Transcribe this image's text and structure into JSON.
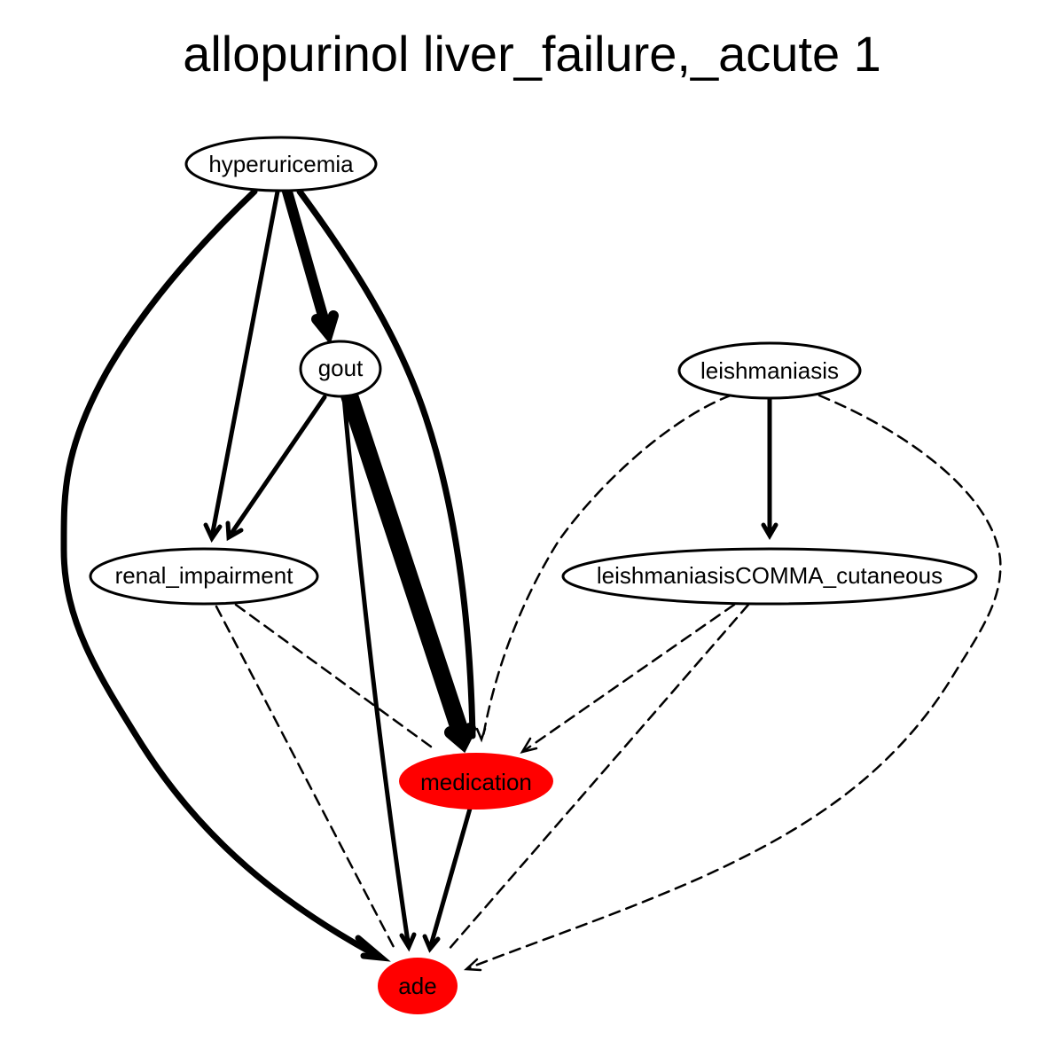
{
  "title": "allopurinol liver_failure,_acute 1",
  "colors": {
    "highlight_fill": "#ff0000",
    "default_fill": "#ffffff",
    "stroke": "#000000"
  },
  "nodes": {
    "hyperuricemia": {
      "label": "hyperuricemia",
      "highlighted": false
    },
    "gout": {
      "label": "gout",
      "highlighted": false
    },
    "leishmaniasis": {
      "label": "leishmaniasis",
      "highlighted": false
    },
    "renal_impairment": {
      "label": "renal_impairment",
      "highlighted": false
    },
    "leishmaniasis_cutaneous": {
      "label": "leishmaniasisCOMMA_cutaneous",
      "highlighted": false
    },
    "medication": {
      "label": "medication",
      "highlighted": true
    },
    "ade": {
      "label": "ade",
      "highlighted": true
    }
  },
  "edges": [
    {
      "from": "hyperuricemia",
      "to": "gout",
      "style": "solid",
      "weight": "heavy"
    },
    {
      "from": "hyperuricemia",
      "to": "renal_impairment",
      "style": "solid",
      "weight": "normal"
    },
    {
      "from": "hyperuricemia",
      "to": "medication",
      "style": "solid",
      "weight": "bold"
    },
    {
      "from": "hyperuricemia",
      "to": "ade",
      "style": "solid",
      "weight": "bold"
    },
    {
      "from": "gout",
      "to": "renal_impairment",
      "style": "solid",
      "weight": "normal"
    },
    {
      "from": "gout",
      "to": "medication",
      "style": "solid",
      "weight": "heaviest"
    },
    {
      "from": "gout",
      "to": "ade",
      "style": "solid",
      "weight": "normal"
    },
    {
      "from": "leishmaniasis",
      "to": "leishmaniasis_cutaneous",
      "style": "solid",
      "weight": "normal"
    },
    {
      "from": "leishmaniasis",
      "to": "medication",
      "style": "dashed",
      "weight": "thin"
    },
    {
      "from": "leishmaniasis",
      "to": "ade",
      "style": "dashed",
      "weight": "thin"
    },
    {
      "from": "renal_impairment",
      "to": "medication",
      "style": "dashed",
      "weight": "thin"
    },
    {
      "from": "renal_impairment",
      "to": "ade",
      "style": "dashed",
      "weight": "thin"
    },
    {
      "from": "leishmaniasis_cutaneous",
      "to": "medication",
      "style": "dashed",
      "weight": "thin"
    },
    {
      "from": "leishmaniasis_cutaneous",
      "to": "ade",
      "style": "dashed",
      "weight": "thin"
    },
    {
      "from": "medication",
      "to": "ade",
      "style": "solid",
      "weight": "normal"
    }
  ]
}
